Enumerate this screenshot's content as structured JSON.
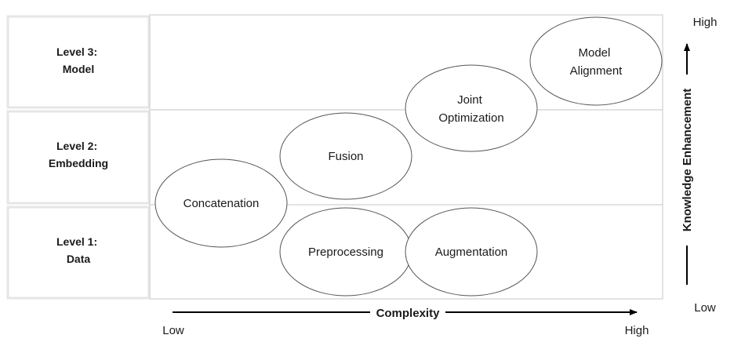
{
  "levels": [
    {
      "line1": "Level 3:",
      "line2": "Model"
    },
    {
      "line1": "Level 2:",
      "line2": "Embedding"
    },
    {
      "line1": "Level 1:",
      "line2": "Data"
    }
  ],
  "nodes": {
    "model_alignment": [
      "Model",
      "Alignment"
    ],
    "joint_optimization": [
      "Joint",
      "Optimization"
    ],
    "fusion": "Fusion",
    "concatenation": "Concatenation",
    "preprocessing": "Preprocessing",
    "augmentation": "Augmentation"
  },
  "x_axis": {
    "title": "Complexity",
    "low": "Low",
    "high": "High"
  },
  "y_axis": {
    "title": "Knowledge Enhancement",
    "low": "Low",
    "high": "High"
  }
}
